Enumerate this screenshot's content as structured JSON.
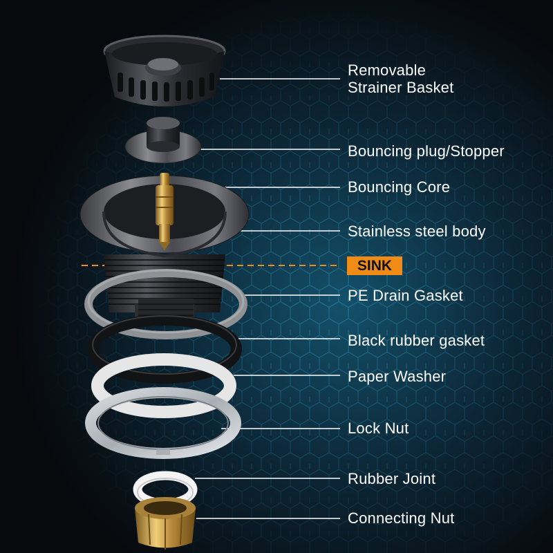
{
  "labels": {
    "strainer_line1": "Removable",
    "strainer_line2": "Strainer Basket",
    "plug": "Bouncing plug/Stopper",
    "core": "Bouncing Core",
    "body": "Stainless steel body",
    "sink": "SINK",
    "pe_gasket": "PE Drain Gasket",
    "rubber_gasket": "Black rubber gasket",
    "paper_washer": "Paper Washer",
    "lock_nut": "Lock Nut",
    "rubber_joint": "Rubber Joint",
    "connecting_nut": "Connecting Nut"
  },
  "colors": {
    "background": "#0b0d10",
    "hex_pattern": "#1e6e8a",
    "leader_line": "#ffffff",
    "sink_badge": "#f08c16",
    "sink_dash": "#f08c16",
    "brass": "#c9a24a",
    "metal_dark": "#2a2b2e"
  }
}
